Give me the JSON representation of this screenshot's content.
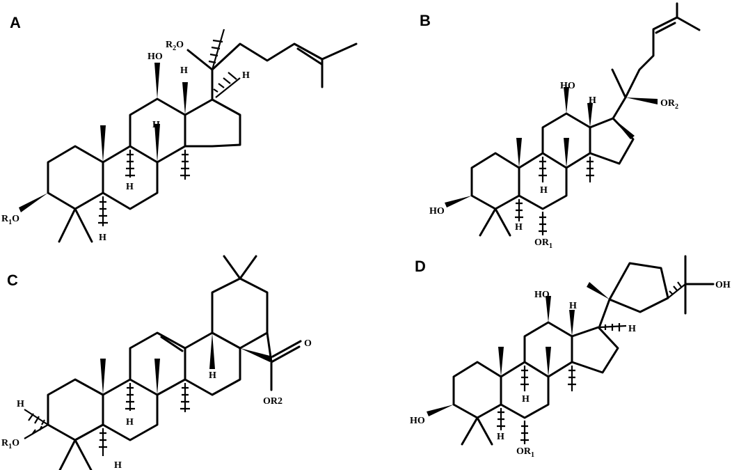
{
  "panels": [
    {
      "letter": "A",
      "labels": {
        "r2o": "R",
        "r2o_sub": "2",
        "r2o_tail": "O",
        "ho": "HO",
        "r1o": "R",
        "r1o_sub": "1",
        "r1o_tail": "O",
        "h": "H"
      }
    },
    {
      "letter": "B",
      "labels": {
        "ho12": "HO",
        "or2": "OR",
        "or2_sub": "2",
        "ho3": "HO",
        "or1": "OR",
        "or1_sub": "1",
        "h": "H"
      }
    },
    {
      "letter": "C",
      "labels": {
        "o": "O",
        "or2": "OR2",
        "r1o": "R",
        "r1o_sub": "1",
        "r1o_tail": "O",
        "h": "H"
      }
    },
    {
      "letter": "D",
      "labels": {
        "oh": "OH",
        "ho12": "HO",
        "ho3": "HO",
        "or1": "OR",
        "or1_sub": "1",
        "h": "H"
      }
    }
  ]
}
